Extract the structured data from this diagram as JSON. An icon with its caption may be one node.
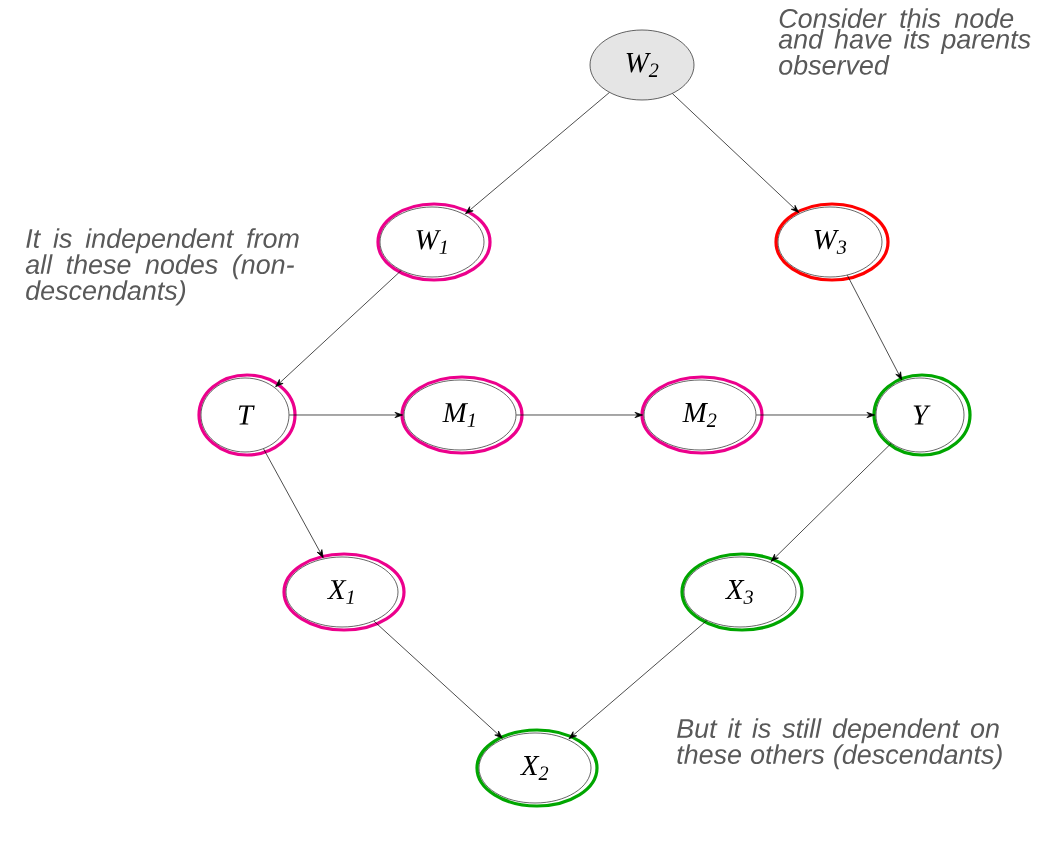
{
  "diagram": {
    "nodes": [
      {
        "text": [
          "W$_{2}$"
        ]
      },
      {
        "text": [
          "W$_{1}$"
        ]
      },
      {
        "text": [
          "W$_{3}$"
        ]
      },
      {
        "text": [
          "T"
        ]
      },
      {
        "text": [
          "M$_{1}$"
        ]
      },
      {
        "text": [
          "M$_{2}$"
        ]
      },
      {
        "text": [
          "Y"
        ]
      },
      {
        "text": [
          "X$_{1}$"
        ]
      },
      {
        "text": [
          "X$_{3}$"
        ]
      },
      {
        "text": [
          "X$_{2}$"
        ]
      }
    ],
    "edges": [
      {
        "from": 0,
        "to": 1,
        "arrow": "to"
      },
      {
        "from": 0,
        "to": 2,
        "arrow": "to"
      },
      {
        "from": 1,
        "to": 3,
        "arrow": "to"
      },
      {
        "from": 2,
        "to": 6,
        "arrow": "to"
      },
      {
        "from": 3,
        "to": 4,
        "arrow": "to"
      },
      {
        "from": 4,
        "to": 5,
        "arrow": "to"
      },
      {
        "from": 5,
        "to": 6,
        "arrow": "to"
      },
      {
        "from": 3,
        "to": 7,
        "arrow": "to"
      },
      {
        "from": 6,
        "to": 8,
        "arrow": "to"
      },
      {
        "from": 7,
        "to": 9,
        "arrow": "to"
      },
      {
        "from": 8,
        "to": 9,
        "arrow": "to"
      }
    ],
    "labels": [
      "Consider this node and have its parents observed",
      "It is independent from all these nodes (non-descendants)",
      "But it is still dependent on these others (descendants)"
    ]
  }
}
